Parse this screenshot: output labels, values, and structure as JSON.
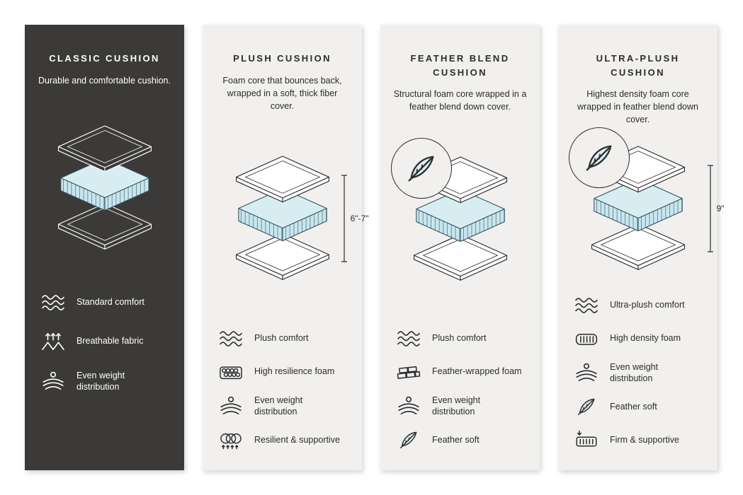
{
  "colors": {
    "dark_panel": "#3b3a38",
    "light_panel": "#f1f0ee",
    "foam_top": "#d8edf2",
    "foam_side": "#c9e6ee",
    "ink": "#2c2c2c"
  },
  "cards": [
    {
      "title": "CLASSIC CUSHION",
      "description": "Durable and comfortable cushion.",
      "features": [
        {
          "icon": "waves",
          "label": "Standard comfort"
        },
        {
          "icon": "breathable",
          "label": "Breathable fabric"
        },
        {
          "icon": "even-weight",
          "label": "Even weight distribution"
        }
      ]
    },
    {
      "title": "PLUSH CUSHION",
      "description": "Foam core that bounces back, wrapped in a soft, thick fiber cover.",
      "measure": "6\"-7\"",
      "features": [
        {
          "icon": "waves",
          "label": "Plush comfort"
        },
        {
          "icon": "foam-cells",
          "label": "High resilience foam"
        },
        {
          "icon": "even-weight",
          "label": "Even weight distribution"
        },
        {
          "icon": "spring",
          "label": "Resilient & supportive"
        }
      ]
    },
    {
      "title": "FEATHER BLEND CUSHION",
      "description": "Structural foam core wrapped in a feather blend down cover.",
      "features": [
        {
          "icon": "waves",
          "label": "Plush comfort"
        },
        {
          "icon": "bricks",
          "label": "Feather-wrapped foam"
        },
        {
          "icon": "even-weight",
          "label": "Even weight distribution"
        },
        {
          "icon": "feather",
          "label": "Feather soft"
        }
      ]
    },
    {
      "title": "ULTRA-PLUSH CUSHION",
      "description": "Highest density foam core wrapped in feather blend down cover.",
      "measure": "9\"",
      "features": [
        {
          "icon": "waves",
          "label": "Ultra-plush comfort"
        },
        {
          "icon": "density",
          "label": "High density foam"
        },
        {
          "icon": "even-weight",
          "label": "Even weight distribution"
        },
        {
          "icon": "feather",
          "label": "Feather soft"
        },
        {
          "icon": "firm",
          "label": "Firm & supportive"
        }
      ]
    }
  ]
}
